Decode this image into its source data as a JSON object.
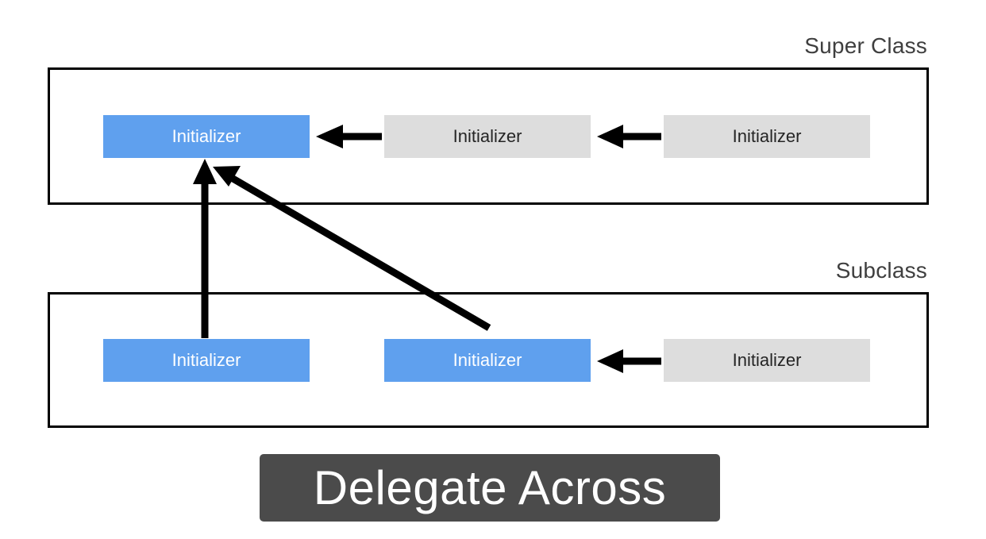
{
  "slide": {
    "background_color": "#ffffff",
    "title_banner": {
      "text": "Delegate Across",
      "background_color": "#4b4b4b",
      "text_color": "#ffffff"
    }
  },
  "sections": [
    {
      "label": "Super Class",
      "boxes": [
        {
          "label": "Initializer",
          "style": "blue"
        },
        {
          "label": "Initializer",
          "style": "gray"
        },
        {
          "label": "Initializer",
          "style": "gray"
        }
      ]
    },
    {
      "label": "Subclass",
      "boxes": [
        {
          "label": "Initializer",
          "style": "blue"
        },
        {
          "label": "Initializer",
          "style": "blue"
        },
        {
          "label": "Initializer",
          "style": "gray"
        }
      ]
    }
  ],
  "colors": {
    "highlight_blue": "#5fa0ee",
    "inactive_gray": "#dddddd",
    "frame_stroke": "#000000",
    "arrow_stroke": "#000000",
    "label_text": "#3f3f3f",
    "banner_gray": "#4b4b4b"
  },
  "arrows": [
    {
      "name": "superclass-init2-to-init1",
      "from": "sup-init-2",
      "to": "sup-init-1",
      "direction": "left"
    },
    {
      "name": "superclass-init1-to-init0",
      "from": "sup-init-1",
      "to": "sup-init-0",
      "direction": "left"
    },
    {
      "name": "subclass-init2-to-init1",
      "from": "sub-init-2",
      "to": "sub-init-1",
      "direction": "left"
    },
    {
      "name": "subclass-init0-to-superclass-init0",
      "from": "sub-init-0",
      "to": "sup-init-0",
      "direction": "up"
    },
    {
      "name": "subclass-init1-to-superclass-init0",
      "from": "sub-init-1",
      "to": "sup-init-0",
      "direction": "up-left"
    }
  ]
}
